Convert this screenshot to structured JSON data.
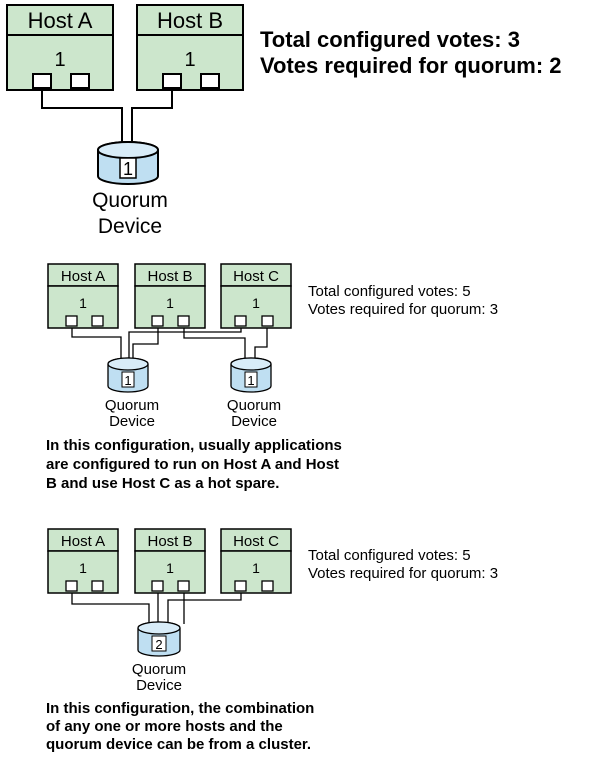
{
  "colors": {
    "host_fill": "#cce6cc",
    "disk_fill": "#bfdff2",
    "line": "#000000"
  },
  "configs": [
    {
      "hosts": [
        {
          "name": "Host A",
          "votes": "1"
        },
        {
          "name": "Host B",
          "votes": "1"
        }
      ],
      "quorum_devices": [
        {
          "votes": "1",
          "label_line1": "Quorum",
          "label_line2": "Device"
        }
      ],
      "total_votes_text": "Total configured votes: 3",
      "required_votes_text": "Votes required for quorum: 2",
      "note_lines": []
    },
    {
      "hosts": [
        {
          "name": "Host A",
          "votes": "1"
        },
        {
          "name": "Host B",
          "votes": "1"
        },
        {
          "name": "Host C",
          "votes": "1"
        }
      ],
      "quorum_devices": [
        {
          "votes": "1",
          "label_line1": "Quorum",
          "label_line2": "Device"
        },
        {
          "votes": "1",
          "label_line1": "Quorum",
          "label_line2": "Device"
        }
      ],
      "total_votes_text": "Total configured votes: 5",
      "required_votes_text": "Votes required for quorum: 3",
      "note_lines": [
        "In this configuration, usually applications",
        "are configured to run on Host A and Host",
        "B and use Host C as a hot spare."
      ]
    },
    {
      "hosts": [
        {
          "name": "Host A",
          "votes": "1"
        },
        {
          "name": "Host B",
          "votes": "1"
        },
        {
          "name": "Host C",
          "votes": "1"
        }
      ],
      "quorum_devices": [
        {
          "votes": "2",
          "label_line1": "Quorum",
          "label_line2": "Device"
        }
      ],
      "total_votes_text": "Total configured votes: 5",
      "required_votes_text": "Votes required for quorum: 3",
      "note_lines": [
        "In this configuration, the combination",
        "of any one or more hosts and the",
        "quorum device can be from a cluster."
      ]
    }
  ]
}
